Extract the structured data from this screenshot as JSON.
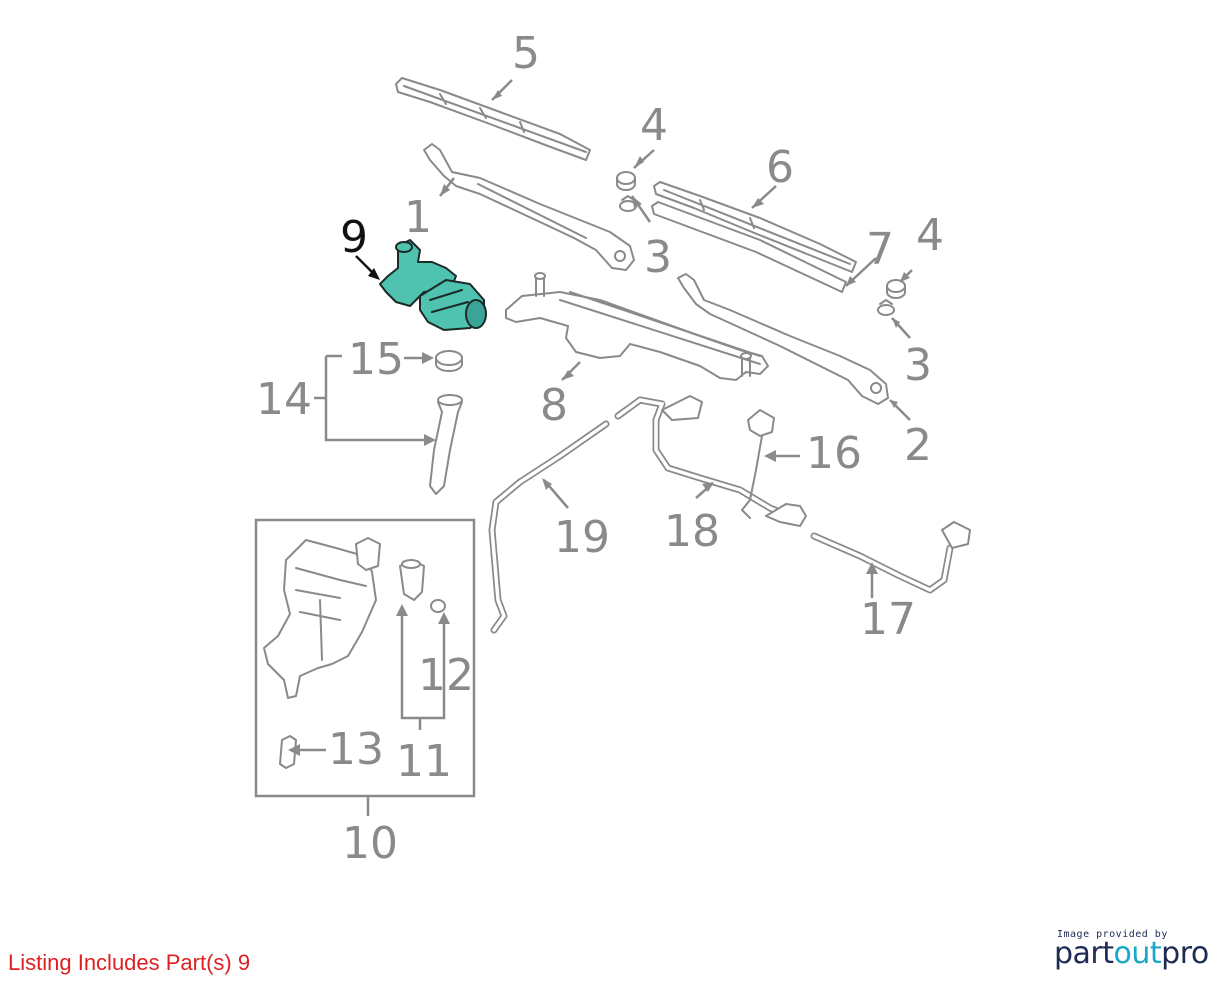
{
  "diagram": {
    "callouts": {
      "c1": "1",
      "c2": "2",
      "c3a": "3",
      "c3b": "3",
      "c4a": "4",
      "c4b": "4",
      "c5": "5",
      "c6": "6",
      "c7": "7",
      "c8": "8",
      "c9": "9",
      "c10": "10",
      "c11": "11",
      "c12": "12",
      "c13": "13",
      "c14": "14",
      "c15": "15",
      "c16": "16",
      "c17": "17",
      "c18": "18",
      "c19": "19"
    },
    "highlighted_part": "9",
    "highlight_color": "#4fc2b0"
  },
  "footer": {
    "listing_note": "Listing Includes Part(s) 9",
    "listing_color": "#e02020",
    "credit_small": "Image provided by",
    "brand_part1": "part",
    "brand_part2": "out",
    "brand_part3": "pro"
  }
}
